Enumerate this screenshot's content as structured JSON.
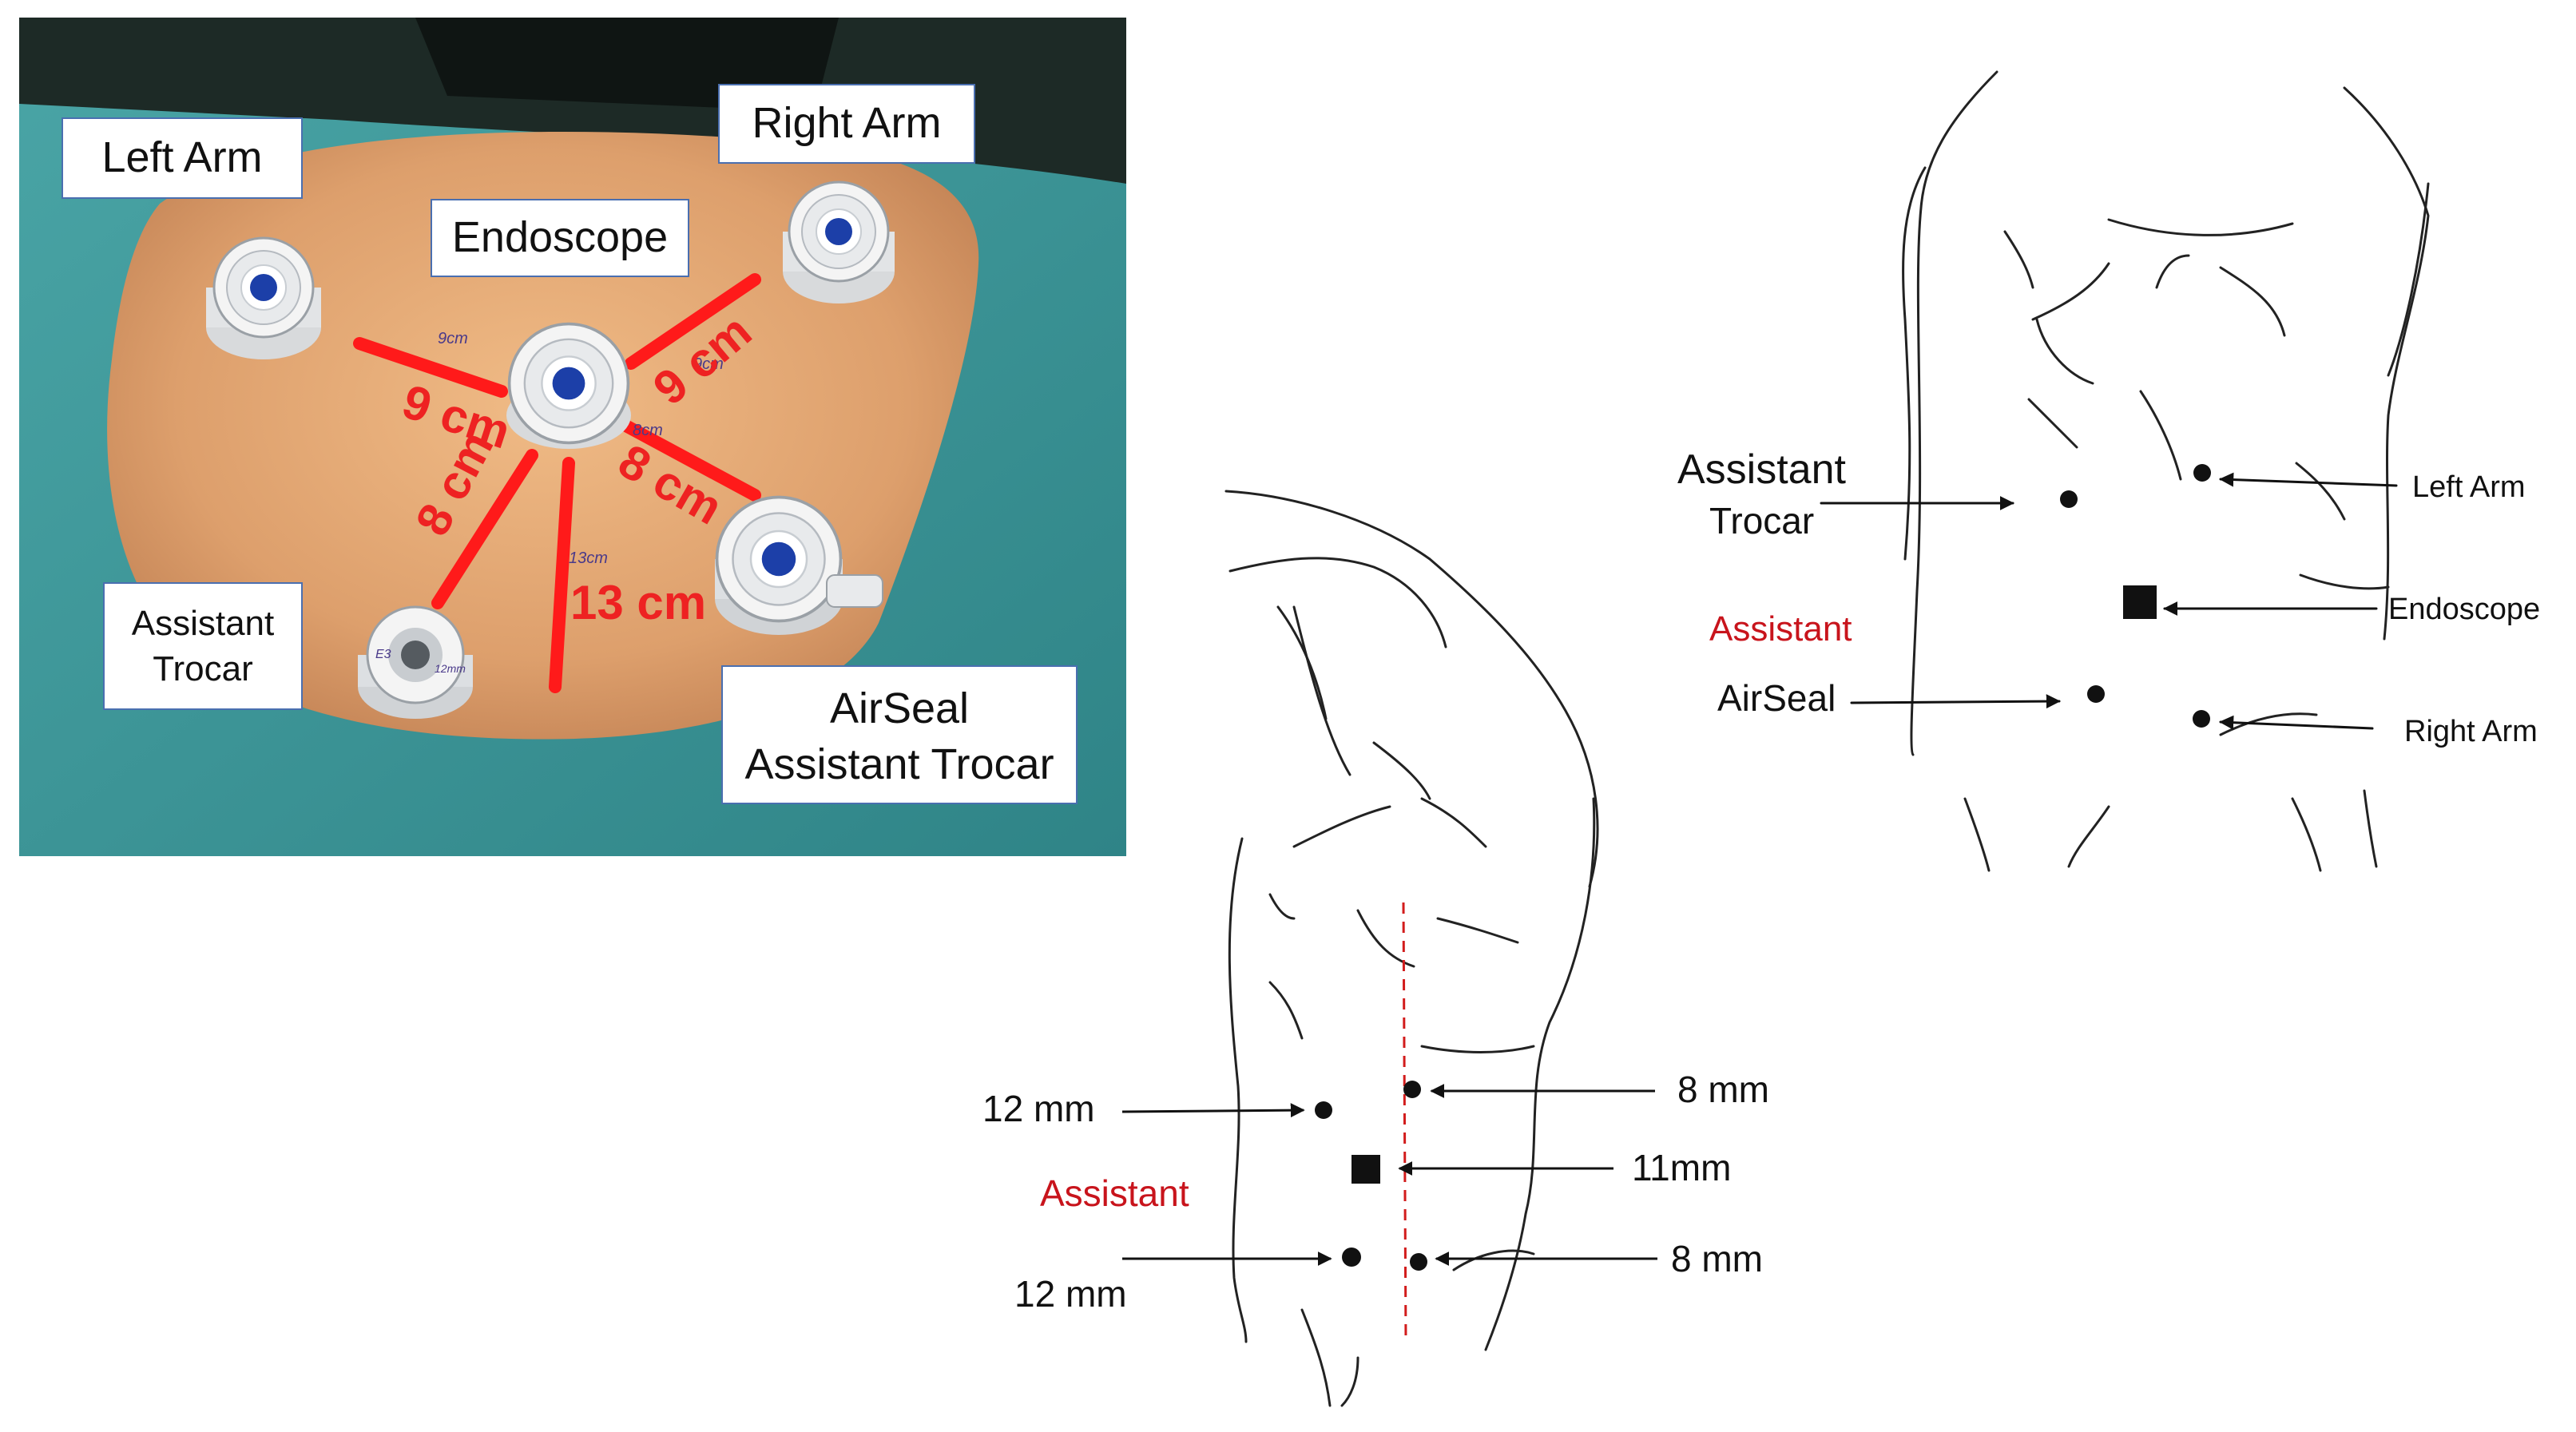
{
  "photo": {
    "labels": {
      "left_arm": "Left Arm",
      "right_arm": "Right Arm",
      "endoscope": "Endoscope",
      "assistant_trocar_l1": "Assistant",
      "assistant_trocar_l2": "Trocar",
      "airseal_l1": "AirSeal",
      "airseal_l2": "Assistant Trocar"
    },
    "measurements": {
      "left": "9 cm",
      "right": "9 cm",
      "lower_left": "8 cm",
      "lower_right": "8 cm",
      "bottom": "13 cm"
    },
    "handwritten": {
      "left": "9cm",
      "right": "9cm",
      "lower_right": "8cm",
      "bottom": "13cm"
    },
    "port_markings": {
      "assistant": "12mm",
      "assistant_code": "E3"
    }
  },
  "front_view": {
    "labels": {
      "assistant_trocar_l1": "Assistant",
      "assistant_trocar_l2": "Trocar",
      "assistant_red": "Assistant",
      "airseal": "AirSeal",
      "left_arm": "Left Arm",
      "endoscope": "Endoscope",
      "right_arm": "Right Arm"
    }
  },
  "side_view": {
    "labels": {
      "left_upper": "12 mm",
      "assistant_red": "Assistant",
      "left_lower": "12 mm",
      "right_upper": "8 mm",
      "right_middle": "11mm",
      "right_lower": "8 mm"
    }
  },
  "colors": {
    "measure_line": "#ff1a1a",
    "assistant_red": "#c8141c",
    "drape": "#3f9a9c",
    "skin": "#e0a574"
  }
}
